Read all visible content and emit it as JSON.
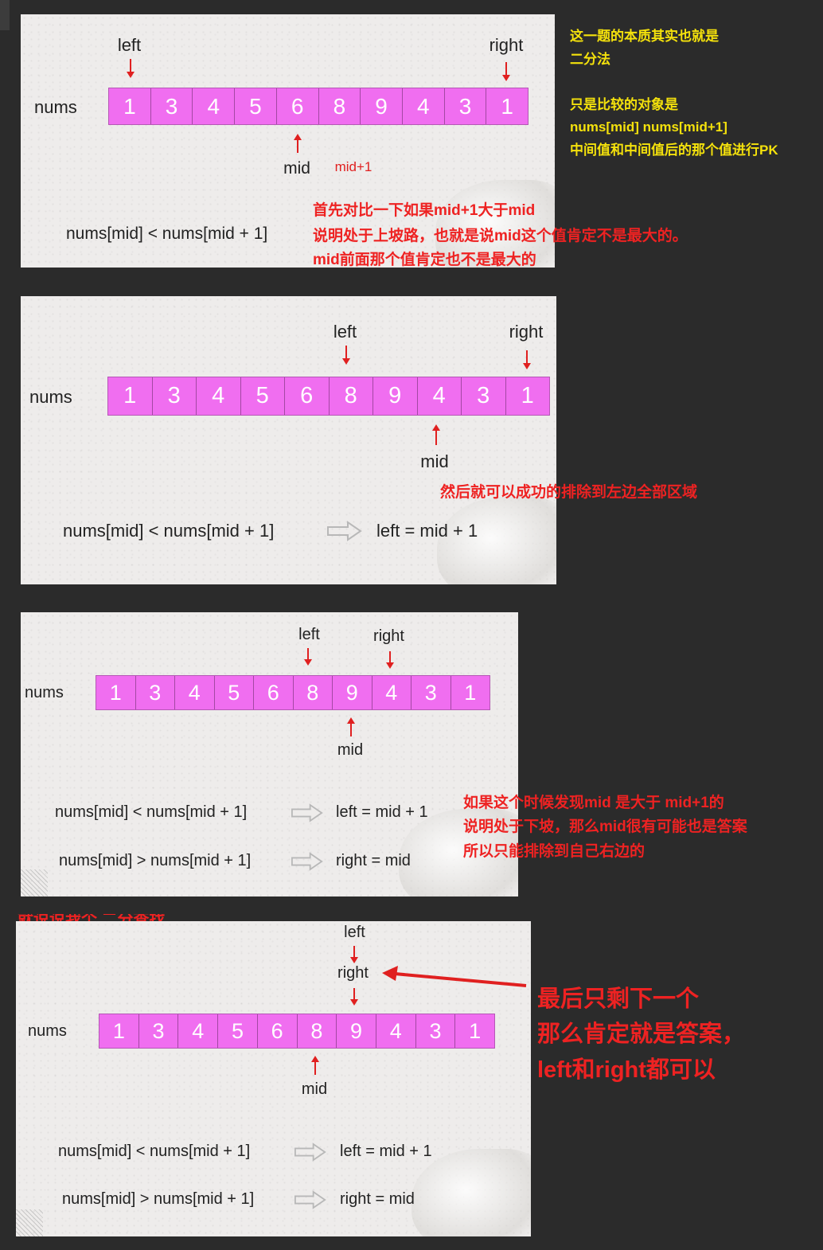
{
  "array_label": "nums",
  "array_values": [
    "1",
    "3",
    "4",
    "5",
    "6",
    "8",
    "9",
    "4",
    "3",
    "1"
  ],
  "pointers": {
    "left": "left",
    "right": "right",
    "mid": "mid",
    "mid_plus_1": "mid+1"
  },
  "side_notes": {
    "yellow_1": "这一题的本质其实也就是",
    "yellow_2": "二分法",
    "yellow_3": "只是比较的对象是",
    "yellow_4": "nums[mid] nums[mid+1]",
    "yellow_5": "中间值和中间值后的那个值进行PK"
  },
  "panel1": {
    "condition": "nums[mid] < nums[mid + 1]",
    "note_1": "首先对比一下如果mid+1大于mid",
    "note_2": "说明处于上坡路，也就是说mid这个值肯定不是最大的。",
    "note_3": "mid前面那个值肯定也不是最大的"
  },
  "panel2": {
    "condition": "nums[mid] < nums[mid + 1]",
    "result": "left = mid + 1",
    "note": "然后就可以成功的排除到左边全部区域"
  },
  "panel3": {
    "condition_1": "nums[mid] < nums[mid + 1]",
    "result_1": "left = mid + 1",
    "condition_2": "nums[mid] > nums[mid + 1]",
    "result_2": "right = mid",
    "note_1": "如果这个时候发现mid 是大于 mid+1的",
    "note_2": "说明处于下坡，那么mid很有可能也是答案",
    "note_3": "所以只能排除到自己右边的"
  },
  "panel4": {
    "condition_1": "nums[mid] < nums[mid + 1]",
    "result_1": "left = mid + 1",
    "condition_2": "nums[mid] > nums[mid + 1]",
    "result_2": "right = mid",
    "note_1": "最后只剩下一个",
    "note_2": "那么肯定就是答案，",
    "note_3": "left和right都可以"
  },
  "partial_text": "就说说我个  二分查找"
}
